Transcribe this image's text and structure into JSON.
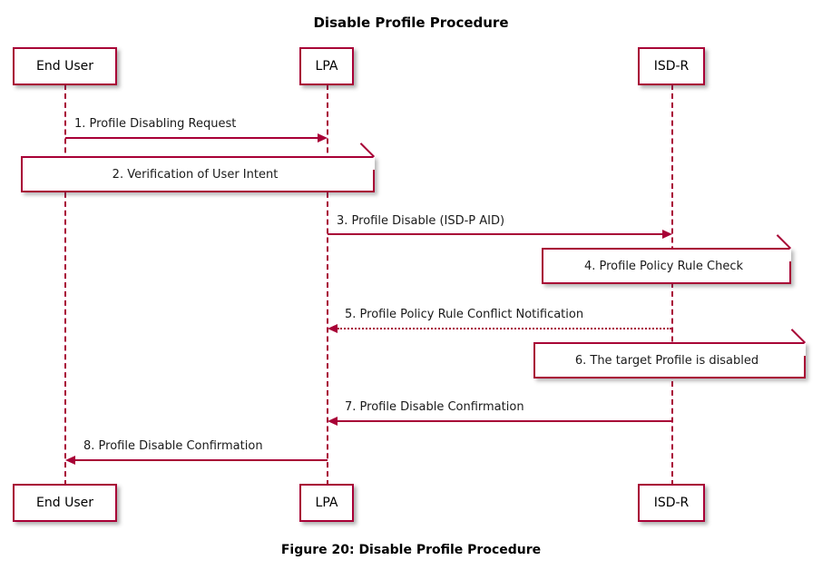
{
  "diagram": {
    "title": "Disable Profile Procedure",
    "caption": "Figure 20: Disable Profile Procedure",
    "accent_color": "#A80036",
    "background_color": "#FFFFFF",
    "text_color": "#1A1A1A"
  },
  "participants": [
    {
      "id": "end-user",
      "label": "End User"
    },
    {
      "id": "lpa",
      "label": "LPA"
    },
    {
      "id": "isd-r",
      "label": "ISD-R"
    }
  ],
  "participants_bottom": [
    {
      "id": "end-user",
      "label": "End User"
    },
    {
      "id": "lpa",
      "label": "LPA"
    },
    {
      "id": "isd-r",
      "label": "ISD-R"
    }
  ],
  "messages": [
    {
      "number": "1",
      "label": "1. Profile Disabling Request",
      "from": "end-user",
      "to": "lpa",
      "direction": "right",
      "style": "solid"
    },
    {
      "number": "3",
      "label": "3. Profile Disable (ISD-P AID)",
      "from": "lpa",
      "to": "isd-r",
      "direction": "right",
      "style": "solid"
    },
    {
      "number": "5",
      "label": "5. Profile Policy Rule Conflict Notification",
      "from": "isd-r",
      "to": "lpa",
      "direction": "left",
      "style": "dotted"
    },
    {
      "number": "7",
      "label": "7. Profile Disable Confirmation",
      "from": "isd-r",
      "to": "lpa",
      "direction": "left",
      "style": "solid"
    },
    {
      "number": "8",
      "label": "8. Profile Disable Confirmation",
      "from": "lpa",
      "to": "end-user",
      "direction": "left",
      "style": "solid"
    }
  ],
  "notes": [
    {
      "number": "2",
      "label": "2. Verification of User Intent",
      "over": "end-user-to-lpa"
    },
    {
      "number": "4",
      "label": "4. Profile Policy Rule Check",
      "over": "isd-r"
    },
    {
      "number": "6",
      "label": "6. The target Profile is disabled",
      "over": "isd-r"
    }
  ]
}
